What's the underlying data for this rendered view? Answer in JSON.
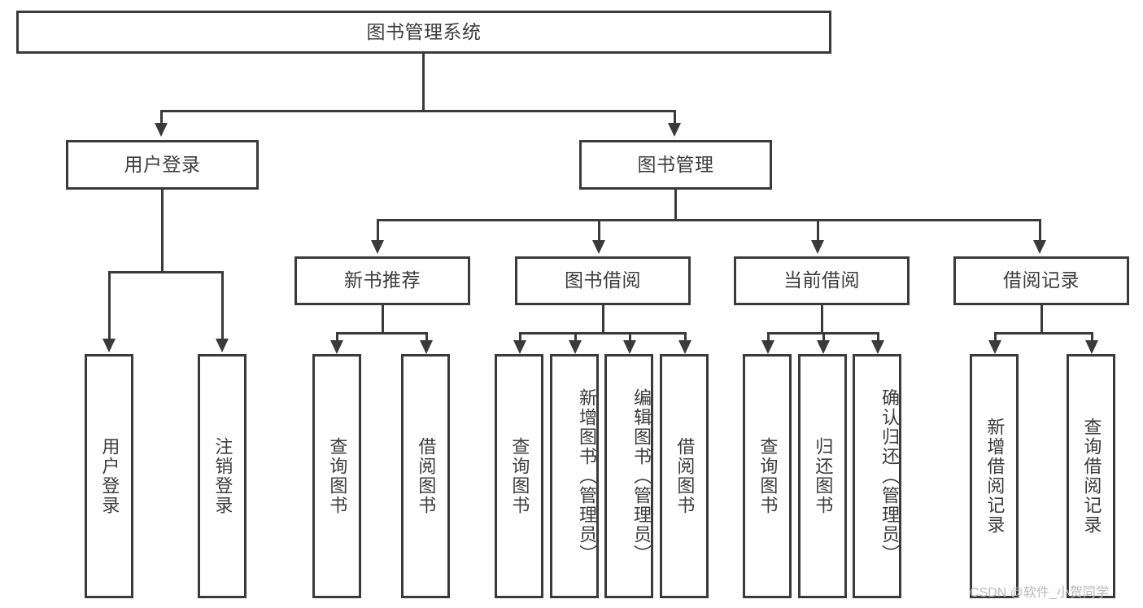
{
  "diagram": {
    "title": "图书管理系统",
    "type": "功能结构图",
    "root": {
      "label": "图书管理系统"
    },
    "level1": [
      {
        "label": "用户登录"
      },
      {
        "label": "图书管理"
      }
    ],
    "level2": [
      {
        "label": "新书推荐"
      },
      {
        "label": "图书借阅"
      },
      {
        "label": "当前借阅"
      },
      {
        "label": "借阅记录"
      }
    ],
    "leaves": {
      "user_login": [
        {
          "label": "用户登录"
        },
        {
          "label": "注销登录"
        }
      ],
      "new_book": [
        {
          "label": "查询图书"
        },
        {
          "label": "借阅图书"
        }
      ],
      "borrow_book": [
        {
          "label": "查询图书"
        },
        {
          "label": "新增图书（管理员）"
        },
        {
          "label": "编辑图书（管理员）"
        },
        {
          "label": "借阅图书"
        }
      ],
      "current_borrow": [
        {
          "label": "查询图书"
        },
        {
          "label": "归还图书"
        },
        {
          "label": "确认归还（管理员）"
        }
      ],
      "borrow_record": [
        {
          "label": "新增借阅记录"
        },
        {
          "label": "查询借阅记录"
        }
      ]
    }
  },
  "watermark": {
    "text": "CSDN @软件_小贺同学"
  },
  "colors": {
    "stroke": "#3a3a3a",
    "text": "#3c3c3c",
    "background": "#ffffff",
    "watermark": "#b9b9b9"
  }
}
